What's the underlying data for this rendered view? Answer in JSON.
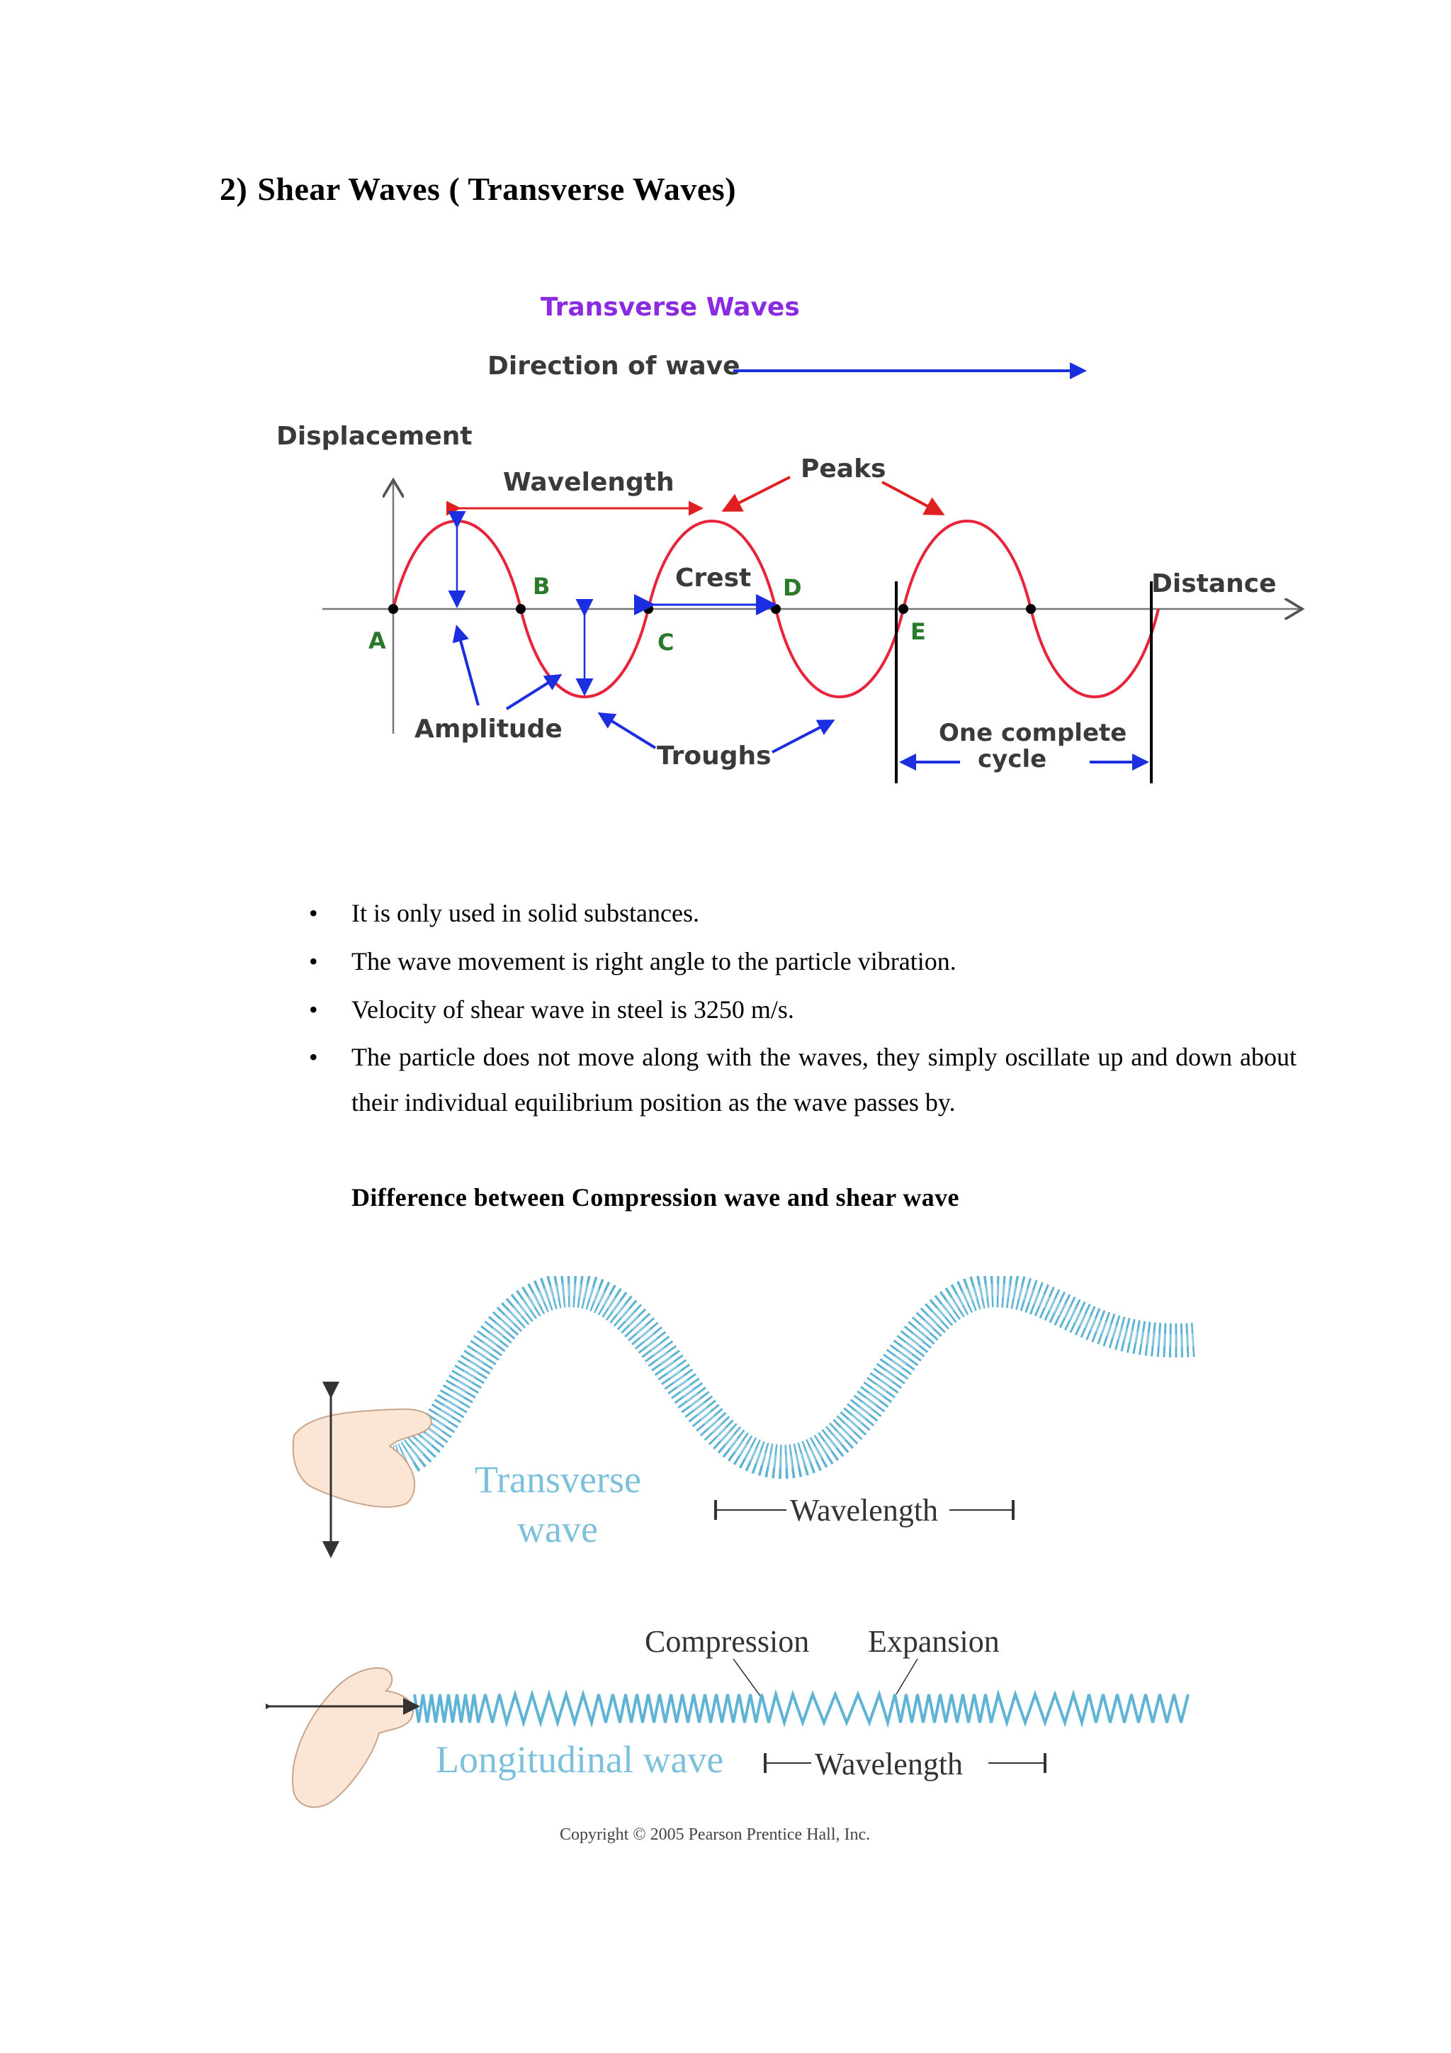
{
  "section": {
    "number": "2)",
    "title": "Shear Waves ( Transverse Waves)"
  },
  "figure1": {
    "title": "Transverse Waves",
    "direction_label": "Direction of wave",
    "y_axis_label": "Displacement",
    "x_axis_label": "Distance",
    "wavelength_label": "Wavelength",
    "peaks_label": "Peaks",
    "crest_label": "Crest",
    "amplitude_label": "Amplitude",
    "troughs_label": "Troughs",
    "cycle_label_line1": "One complete",
    "cycle_label_line2": "cycle",
    "points": [
      "A",
      "B",
      "C",
      "D",
      "E"
    ],
    "colors": {
      "title": "#8a2be2",
      "wave": "#e8243c",
      "arrows": "#1c2fe0",
      "red_arrows": "#e02020",
      "text": "#3a3a3a"
    }
  },
  "bullets": [
    "It is only used in solid substances.",
    "The wave movement is right angle to the particle vibration.",
    "Velocity of shear wave in steel is 3250 m/s.",
    "The particle does not move along with the waves, they simply oscillate up and down about their individual equilibrium position as the wave passes by."
  ],
  "subheading": "Difference between Compression wave and shear wave",
  "figure2": {
    "transverse_label_line1": "Transverse",
    "transverse_label_line2": "wave",
    "wavelength_label_top": "Wavelength",
    "compression_label": "Compression",
    "expansion_label": "Expansion",
    "longitudinal_label": "Longitudinal wave",
    "wavelength_label_bottom": "Wavelength",
    "copyright": "Copyright © 2005 Pearson Prentice Hall, Inc.",
    "colors": {
      "spring": "#5fb3d4",
      "label": "#7cc0dc"
    }
  }
}
